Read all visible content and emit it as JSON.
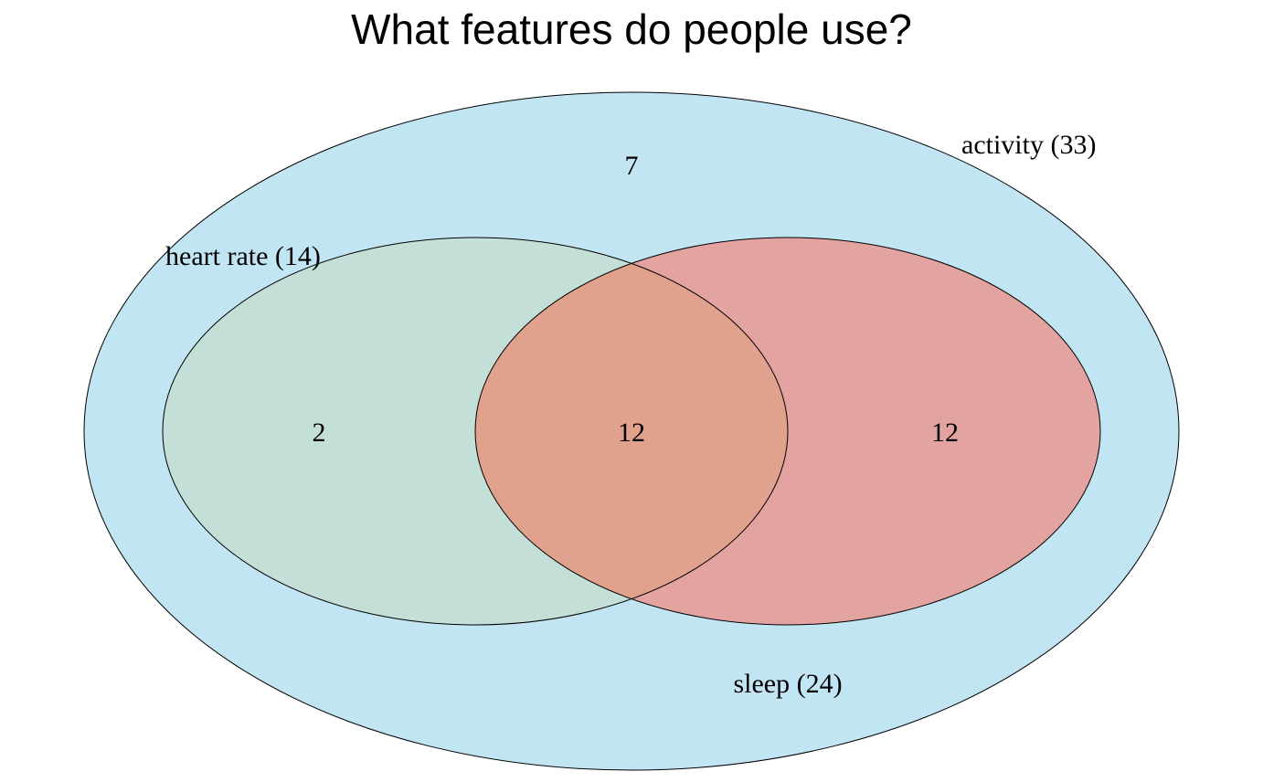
{
  "title": "What features do people use?",
  "colors": {
    "activity": "#c2e5f3",
    "heart_rate": "#c4dfd8",
    "sleep": "#e3a3a0",
    "overlap": "#e0a28c",
    "stroke": "#000000",
    "text": "#000000"
  },
  "sets": {
    "activity": {
      "label": "activity (33)"
    },
    "heart_rate": {
      "label": "heart rate (14)"
    },
    "sleep": {
      "label": "sleep (24)"
    }
  },
  "regions": {
    "activity_only": "7",
    "heart_rate_and_activity_only": "2",
    "all_three": "12",
    "sleep_and_activity_only": "12"
  }
}
